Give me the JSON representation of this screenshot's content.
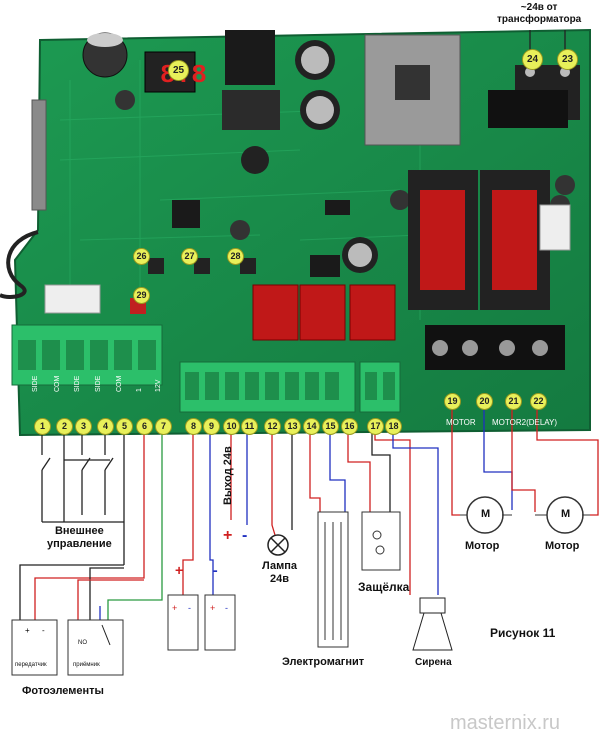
{
  "transformer_label": "~24в от\nтрансформатора",
  "display_label": "25",
  "pins_top": [
    "24",
    "23"
  ],
  "pins_buttons": [
    "26",
    "27",
    "28",
    "29"
  ],
  "pins_bottom": [
    "1",
    "2",
    "3",
    "4",
    "5",
    "6",
    "7",
    "8",
    "9",
    "10",
    "11",
    "12",
    "13",
    "14",
    "15",
    "16",
    "17",
    "18",
    "19",
    "20",
    "21",
    "22"
  ],
  "terminal_labels": [
    "SIDE",
    "COM",
    "SIDE",
    "SIDE",
    "COM",
    "1"
  ],
  "terminal_labels_right": [
    "12V"
  ],
  "labels": {
    "external_control": "Внешнее\nуправление",
    "photocells": "Фотоэлементы",
    "output_24v": "Выход 24в",
    "lamp": "Лампа\n24в",
    "latch": "Защёлка",
    "electromagnet": "Электромагнит",
    "siren": "Сирена",
    "motor1": "Мотор",
    "motor2": "Мотор",
    "figure": "Рисунок 11",
    "watermark": "masternix.ru",
    "motor_m": "M",
    "transmitter": "передатчик",
    "receiver_no": "NO",
    "receiver": "приёмник",
    "board_motor1": "MOTOR",
    "board_motor2": "MOTOR2(DELAY)"
  }
}
